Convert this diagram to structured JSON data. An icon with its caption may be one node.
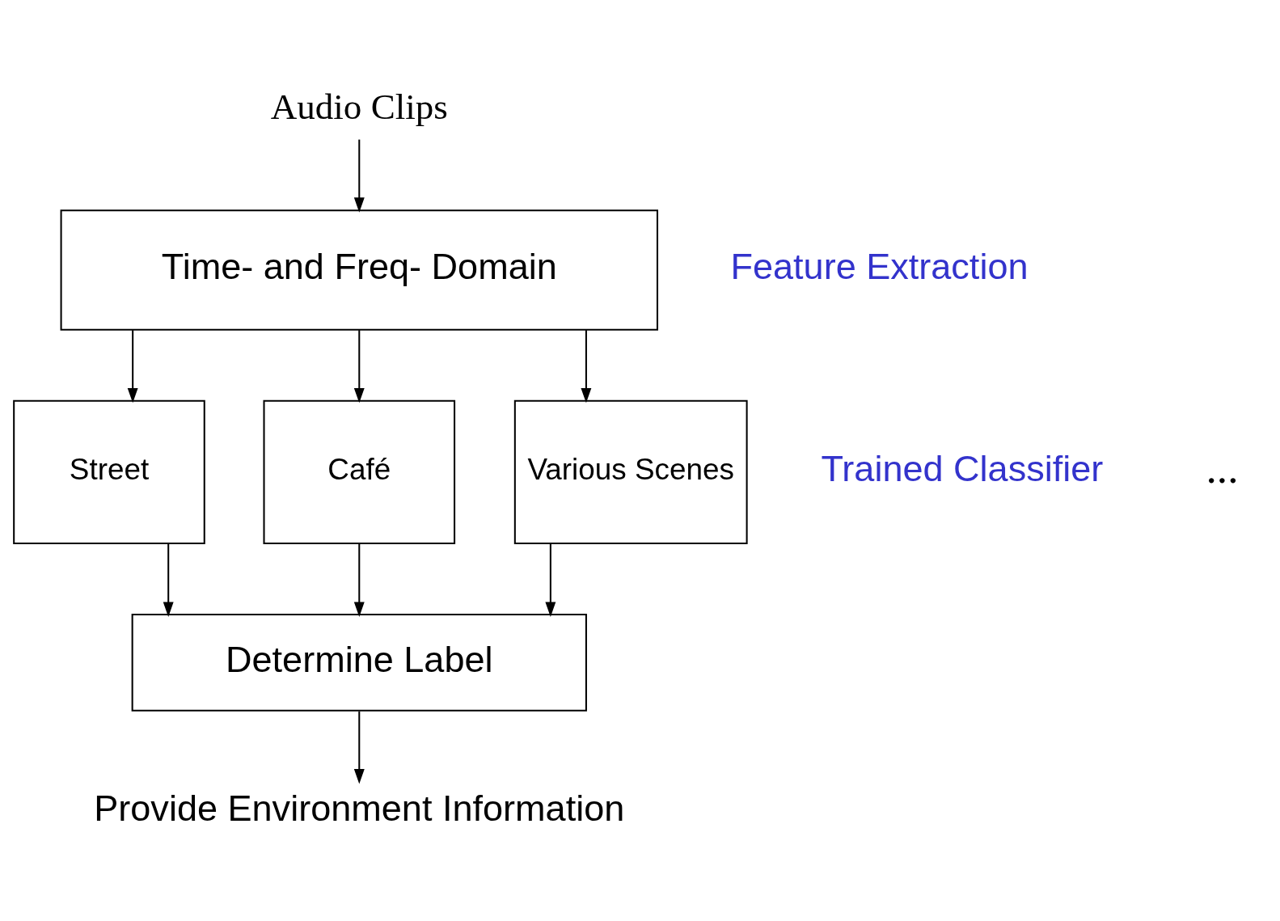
{
  "diagram": {
    "nodes": [
      {
        "text": [
          "Audio Clips"
        ]
      },
      {
        "text": [
          "Time- and Freq- Domain"
        ]
      },
      {
        "text": [
          "Street"
        ]
      },
      {
        "text": [
          "Café"
        ]
      },
      {
        "text": [
          "Various Scenes"
        ]
      },
      {
        "text": [
          "Determine Label"
        ]
      },
      {
        "text": [
          "Provide Environment Information"
        ]
      }
    ],
    "edges": [
      {
        "from": 0,
        "to": 1,
        "arrow": "to"
      },
      {
        "from": 1,
        "to": 2,
        "arrow": "to"
      },
      {
        "from": 1,
        "to": 3,
        "arrow": "to"
      },
      {
        "from": 1,
        "to": 4,
        "arrow": "to"
      },
      {
        "from": 2,
        "to": 5,
        "arrow": "to"
      },
      {
        "from": 3,
        "to": 5,
        "arrow": "to"
      },
      {
        "from": 4,
        "to": 5,
        "arrow": "to"
      },
      {
        "from": 5,
        "to": 6,
        "arrow": "to"
      }
    ],
    "labels": [
      "Feature Extraction",
      "Trained Classifier",
      "..."
    ]
  }
}
